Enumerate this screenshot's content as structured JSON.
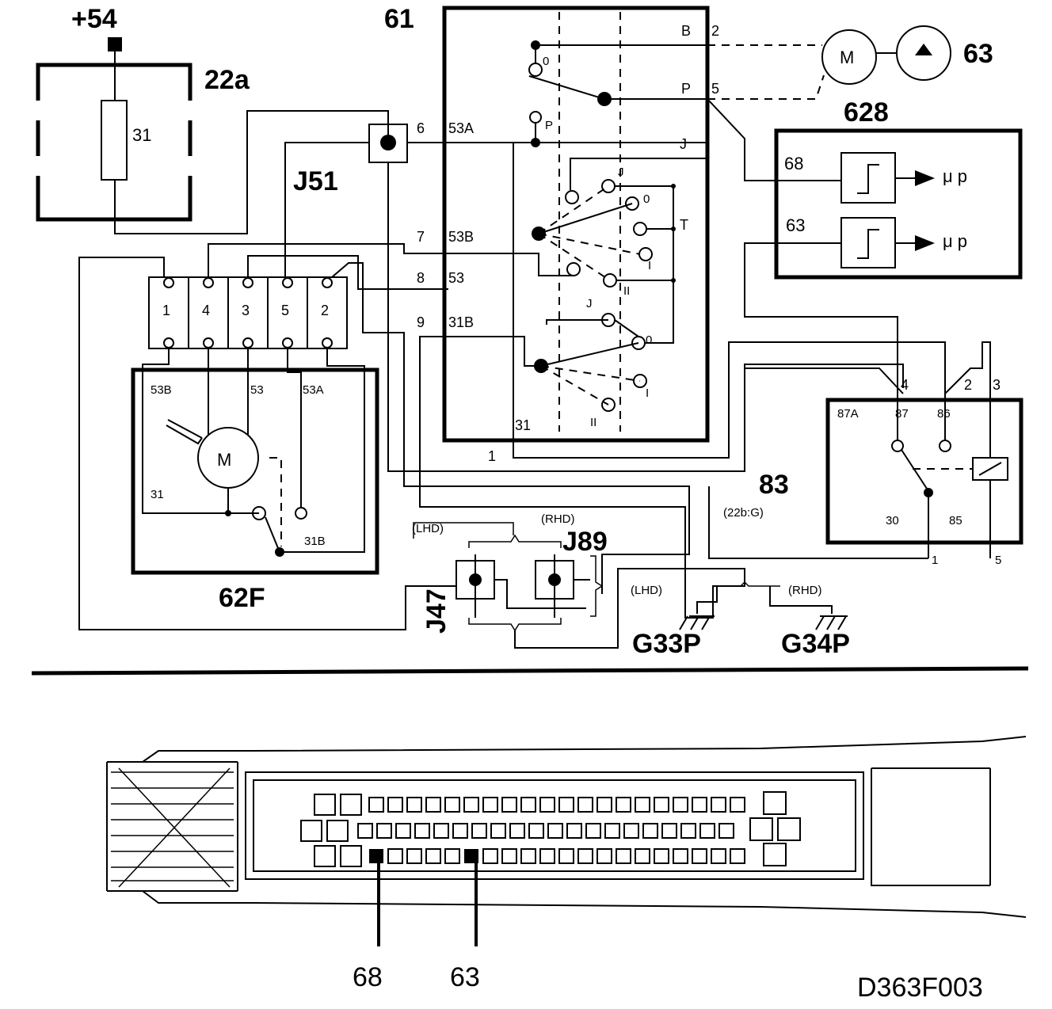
{
  "components": {
    "c22a": {
      "label": "22a",
      "resistor": "31"
    },
    "supply": {
      "label": "+54"
    },
    "c61": {
      "label": "61"
    },
    "j51": {
      "label": "J51"
    },
    "c62f": {
      "label": "62F"
    },
    "c628": {
      "label": "628"
    },
    "pump63": {
      "label": "63"
    },
    "c83": {
      "label": "83",
      "ref": "(22b:G)"
    },
    "j89": {
      "label": "J89"
    },
    "j47": {
      "label": "J47"
    },
    "g33p": {
      "label": "G33P"
    },
    "g34p": {
      "label": "G34P"
    }
  },
  "motor_symbol": "M",
  "switch61": {
    "terminals": [
      "B",
      "P",
      "J",
      "T",
      "6",
      "53A",
      "7",
      "53B",
      "8",
      "53",
      "9",
      "31B",
      "31",
      "2",
      "5"
    ],
    "positions": [
      "0",
      "P",
      "J",
      "0",
      "I",
      "II",
      "J",
      "0",
      "I",
      "II"
    ]
  },
  "connector_pins": [
    "1",
    "4",
    "3",
    "5",
    "2"
  ],
  "motor62f_terminals": [
    "53B",
    "53",
    "53A",
    "31",
    "31B"
  ],
  "ecu_box": {
    "inputs": [
      {
        "pin": "68",
        "output": "μ p"
      },
      {
        "pin": "63",
        "output": "μ p"
      }
    ]
  },
  "relay83": {
    "pins": [
      "4",
      "2",
      "3",
      "87A",
      "87",
      "86",
      "30",
      "85",
      "1",
      "5"
    ]
  },
  "wire_labels": {
    "w1": "1",
    "lhd1": "(LHD)",
    "rhd1": "(RHD)",
    "lhd2": "(LHD)",
    "rhd2": "(RHD)"
  },
  "connector_callouts": [
    "68",
    "63"
  ],
  "figure_id": "D363F003"
}
